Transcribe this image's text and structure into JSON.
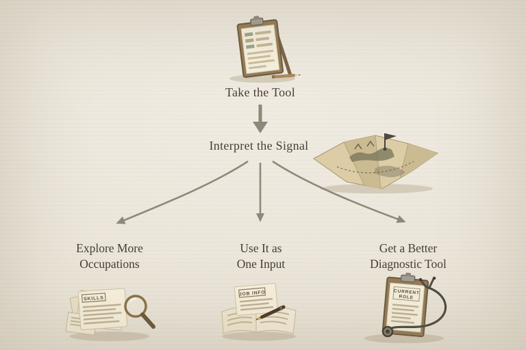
{
  "diagram": {
    "background_color": "#ece6da",
    "text_color": "#453e35",
    "arrow_color": "#8e887b",
    "step1": {
      "label": "Take the Tool",
      "icon": "clipboard-checklist-icon"
    },
    "step2": {
      "label": "Interpret the Signal",
      "icon": "map-flag-icon"
    },
    "connector_icons": [
      "down-arrow-icon",
      "branch-arrows-icon"
    ],
    "branches": [
      {
        "label_line1": "Explore More",
        "label_line2": "Occupations",
        "icon": "skills-papers-magnifier-icon",
        "doc_label": "SKILLS"
      },
      {
        "label_line1": "Use It as",
        "label_line2": "One Input",
        "icon": "job-info-papers-pen-icon",
        "doc_label": "JOB INFO"
      },
      {
        "label_line1": "Get a Better",
        "label_line2": "Diagnostic Tool",
        "icon": "current-role-clipboard-stethoscope-icon",
        "doc_label_line1": "CURRENT",
        "doc_label_line2": "ROLE"
      }
    ]
  }
}
